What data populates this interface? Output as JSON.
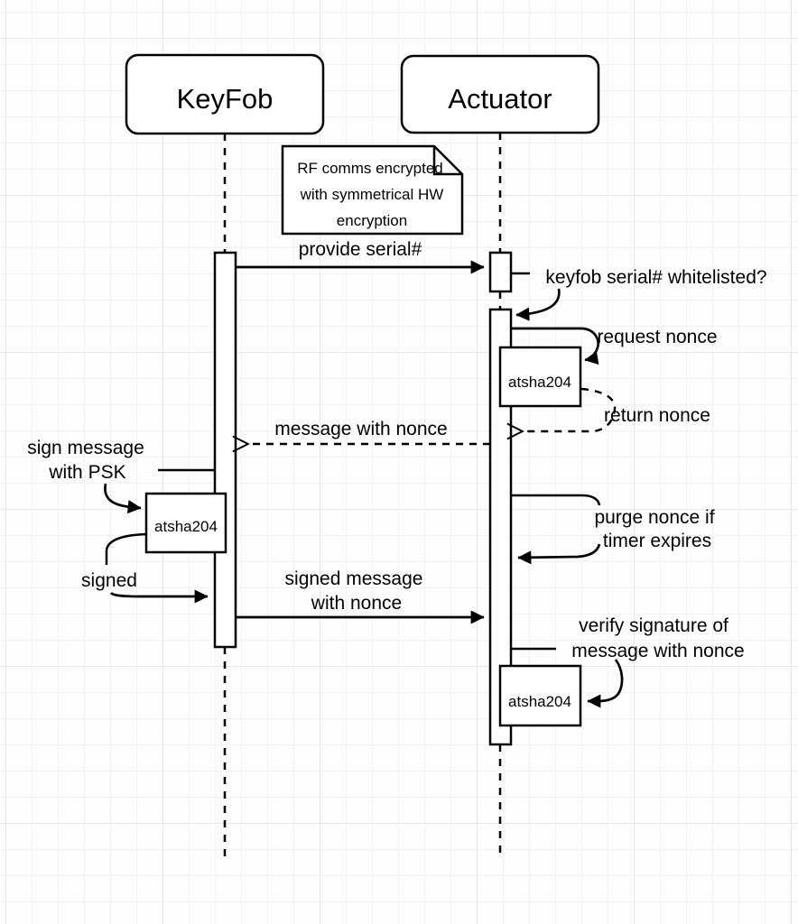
{
  "diagram_type": "uml-sequence-diagram",
  "actors": {
    "keyfob": {
      "label": "KeyFob"
    },
    "actuator": {
      "label": "Actuator"
    }
  },
  "note": {
    "line1": "RF comms encrypted",
    "line2": "with symmetrical HW",
    "line3": "encryption"
  },
  "chips": {
    "actuator_nonce": "atsha204",
    "keyfob_sign": "atsha204",
    "actuator_verify": "atsha204"
  },
  "messages": {
    "provide_serial": "provide serial#",
    "whitelisted": "keyfob serial# whitelisted?",
    "request_nonce": "request nonce",
    "return_nonce": "return nonce",
    "message_with_nonce": "message with nonce",
    "sign_message_line1": "sign message",
    "sign_message_line2": "with PSK",
    "signed": "signed",
    "signed_message_line1": "signed message",
    "signed_message_line2": "with nonce",
    "purge_line1": "purge nonce if",
    "purge_line2": "timer expires",
    "verify_line1": "verify signature of",
    "verify_line2": "message with nonce"
  },
  "colors": {
    "stroke": "#000000",
    "shape_fill": "#ffffff",
    "background": "#fdfdfe",
    "grid_minor": "#f2f2f4",
    "grid_major": "#e7e7ea"
  }
}
